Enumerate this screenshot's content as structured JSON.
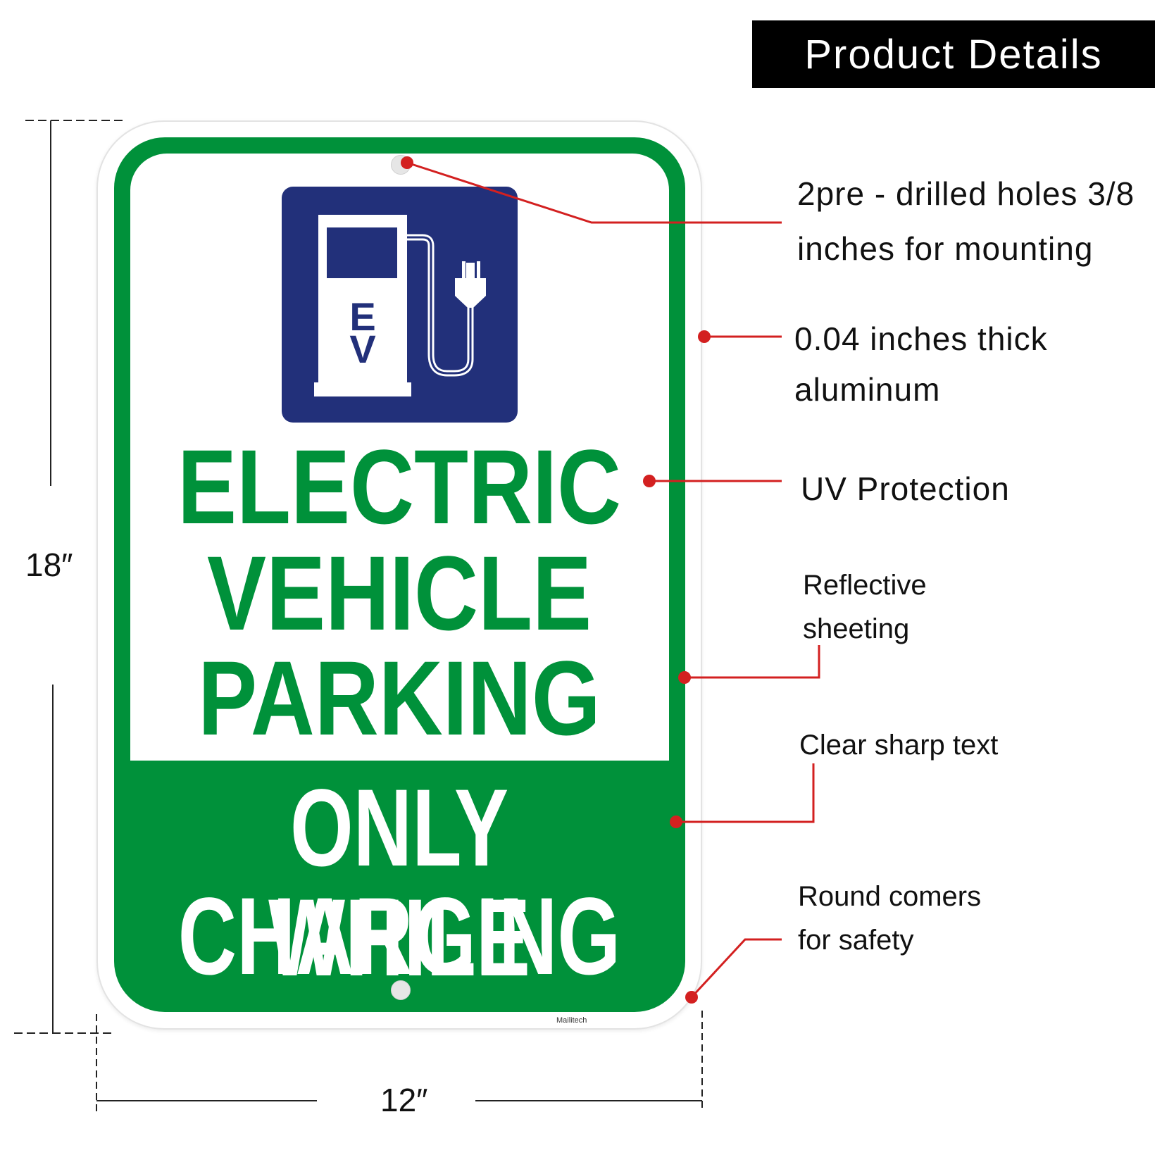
{
  "banner": {
    "title": "Product Details"
  },
  "sign": {
    "icon": "ev-charging-station-icon",
    "ev_letters": [
      "E",
      "V"
    ],
    "lines_top": [
      "ELECTRIC",
      "VEHICLE",
      "PARKING"
    ],
    "lines_bottom": [
      "ONLY WHILE",
      "CHARGING"
    ],
    "brand": "Mailitech",
    "colors": {
      "green": "#00913a",
      "navy": "#22307a",
      "callout_red": "#d32020"
    }
  },
  "callouts": [
    {
      "lines": [
        "2pre - drilled holes 3/8",
        "inches for mounting"
      ]
    },
    {
      "lines": [
        "0.04 inches thick",
        "aluminum"
      ]
    },
    {
      "lines": [
        "UV Protection"
      ]
    },
    {
      "lines": [
        "Reflective",
        "sheeting"
      ]
    },
    {
      "lines": [
        "Clear sharp text"
      ]
    },
    {
      "lines": [
        "Round comers",
        "for safety"
      ]
    }
  ],
  "dimensions": {
    "height": "18″",
    "width": "12″"
  }
}
